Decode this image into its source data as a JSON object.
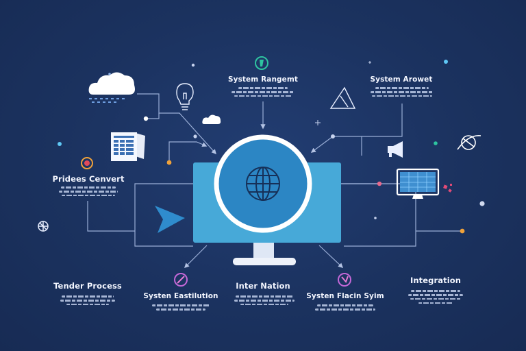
{
  "nodes": {
    "top_center": {
      "title": "System Rangemt"
    },
    "top_right": {
      "title": "System Arowet"
    },
    "left": {
      "title": "Pridees Cenvert"
    },
    "bottom_1": {
      "title": "Tender Process"
    },
    "bottom_2": {
      "title": "Systen Eastilution"
    },
    "bottom_3": {
      "title": "Inter Nation"
    },
    "bottom_4": {
      "title": "Systen Flacin Syim"
    },
    "bottom_5": {
      "title": "Integration"
    }
  },
  "icons": {
    "center": "globe-icon",
    "play": "play-arrow-icon",
    "cloud": "cloud-icon",
    "bulb": "lightbulb-icon",
    "document": "spreadsheet-document-icon",
    "monitor": "monitor-icon",
    "satellite": "satellite-icon",
    "megaphone": "megaphone-icon",
    "triangle": "triangle-icon"
  },
  "colors": {
    "background": "#1b325f",
    "screen": "#47a9d8",
    "line": "#9aaed6",
    "accent_green": "#2ec4a0",
    "accent_orange": "#f0a23a",
    "accent_purple": "#c468d8",
    "accent_red": "#e24a5a"
  }
}
